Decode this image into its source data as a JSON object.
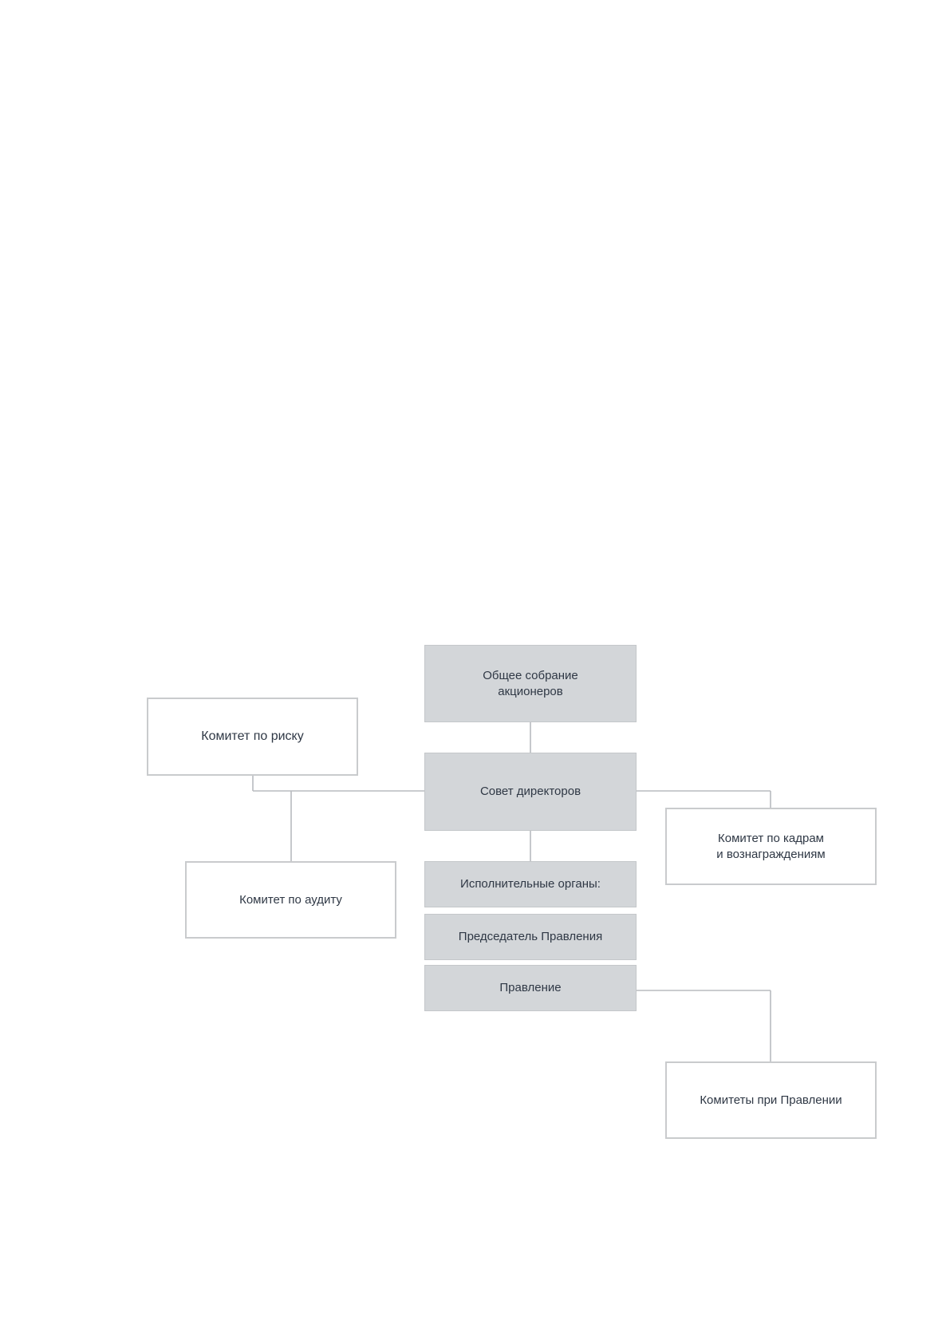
{
  "chart": {
    "nodes": {
      "general_meeting": "Общее собрание\nакционеров",
      "board_of_directors": "Совет директоров",
      "executive_bodies": "Исполнительные органы:",
      "chairman_of_board": "Председатель Правления",
      "management_board": "Правление",
      "risk_committee": "Комитет по риску",
      "audit_committee": "Комитет по аудиту",
      "hr_remuneration_committee": "Комитет по кадрам\nи вознаграждениям",
      "board_committees": "Комитеты при Правлении"
    }
  }
}
